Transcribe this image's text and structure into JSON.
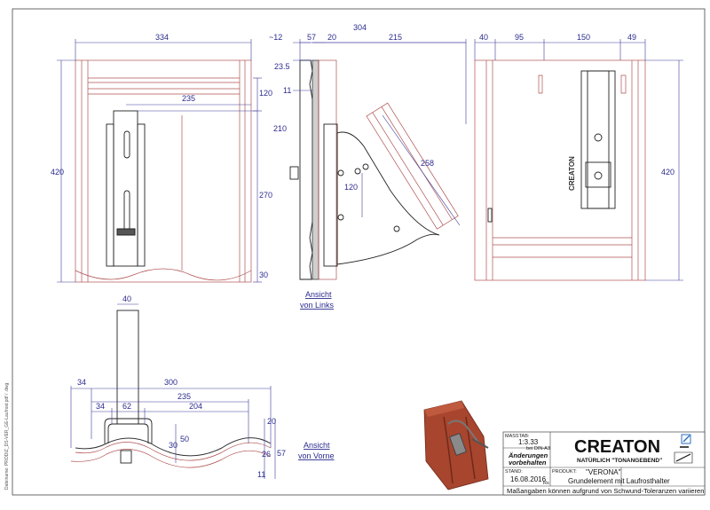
{
  "file_note": "Dateiname: PRODIZ_DS-VER_GE-Laufrost.pdf / .dwg",
  "captions": {
    "left_view": [
      "Ansicht",
      "von Links"
    ],
    "front_view": [
      "Ansicht",
      "von Vorne"
    ]
  },
  "dimensions": {
    "rear_width": "334",
    "rear_height": "420",
    "rear_120": "120",
    "rear_235": "235",
    "rear_210": "210",
    "rear_270": "270",
    "rear_30": "30",
    "side_12": "~12",
    "side_57": "57",
    "side_20": "20",
    "side_304": "304",
    "side_215": "215",
    "side_23_5": "23.5",
    "side_11": "11",
    "side_120": "120",
    "side_258": "258",
    "right_40": "40",
    "right_95": "95",
    "right_150": "150",
    "right_49": "49",
    "right_420": "420",
    "front_40": "40",
    "front_34a": "34",
    "front_300": "300",
    "front_235": "235",
    "front_34b": "34",
    "front_62": "62",
    "front_204": "204",
    "front_30": "30",
    "front_50": "50",
    "front_20": "20",
    "front_26": "26",
    "front_57": "57",
    "front_11": "11"
  },
  "product_label": "CREATON",
  "title_block": {
    "massstab_label": "MASSTAB:",
    "massstab_value": "1:3.33",
    "massstab_note": "bei DIN-A3",
    "aenderungen_1": "Änderungen",
    "aenderungen_2": "vorbehalten",
    "stand_label": "STAND:",
    "stand_value": "16.08.2016",
    "stand_code": "Rs",
    "produkt_label": "PRODUKT:",
    "produkt_name": "\"VERONA\"",
    "produkt_desc": "Grundelement mit Laufrosthalter",
    "logo": "CREATON",
    "logo_slogan": "NATÜRLICH \"TONANGEBEND\"",
    "footer": "Maßangaben können aufgrund von Schwund-Toleranzen variieren"
  },
  "colors": {
    "dimension": "#2b2b8f",
    "tile_outline": "#b05050",
    "tile_render": "#a8452e",
    "logo_accent": "#2a6fc0"
  }
}
